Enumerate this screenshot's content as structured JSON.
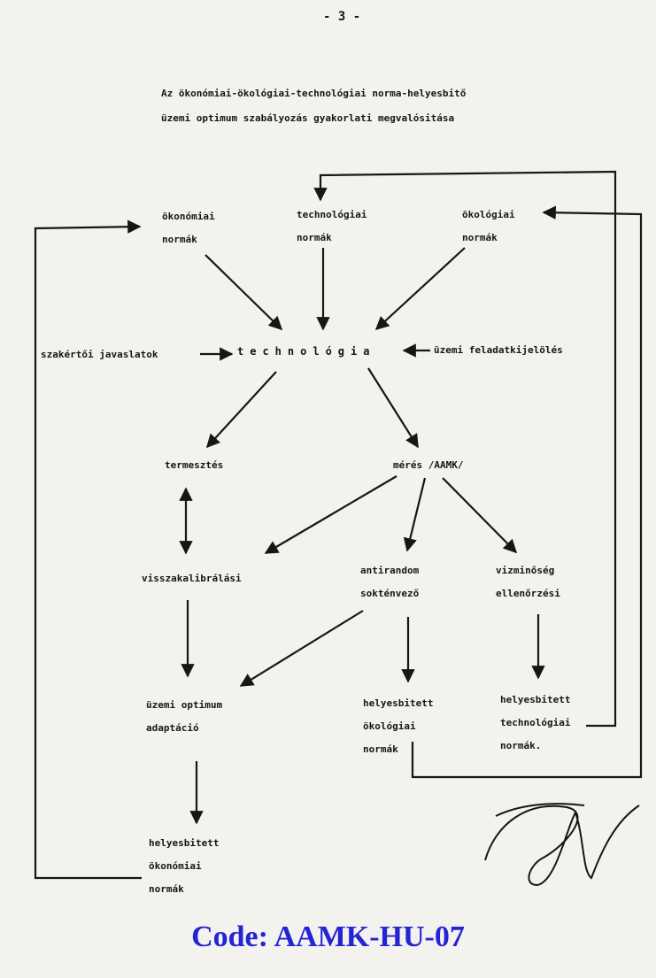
{
  "page_number": "- 3 -",
  "title_line1": "Az ökonómiai-ökológiai-technológiai norma-helyesbitő",
  "title_line2": "üzemi optimum szabályozás gyakorlati megvalósitása",
  "nodes": {
    "okonomiai_normak": [
      "ökonómiai",
      "normák"
    ],
    "technologiai_normak": [
      "technológiai",
      "normák"
    ],
    "okologiai_normak": [
      "ökológiai",
      "normák"
    ],
    "szakertoi": "szakértői javaslatok",
    "technologia": "technológia",
    "uzemi_feladat": "üzemi feladatkijelölés",
    "termesztes": "termesztés",
    "meres": "mérés /AAMK/",
    "visszakalibralasi": "visszakalibrálási",
    "antirandom": [
      "antirandom",
      "sokténvező"
    ],
    "vizminoseg": [
      "vizminőség",
      "ellenőrzési"
    ],
    "uzemi_optimum": [
      "üzemi optimum",
      "adaptáció"
    ],
    "helyesb_okologiai": [
      "helyesbitett",
      "ökológiai",
      "normák"
    ],
    "helyesb_technologiai": [
      "helyesbitett",
      "technológiai",
      "normák."
    ],
    "helyesb_okonomiai": [
      "helyesbitett",
      "ökonómiai",
      "normák"
    ]
  },
  "code_label": "Code: AAMK-HU-07",
  "colors": {
    "ink": "#161616",
    "code": "#2424d4",
    "paper": "#f3f2ee"
  }
}
